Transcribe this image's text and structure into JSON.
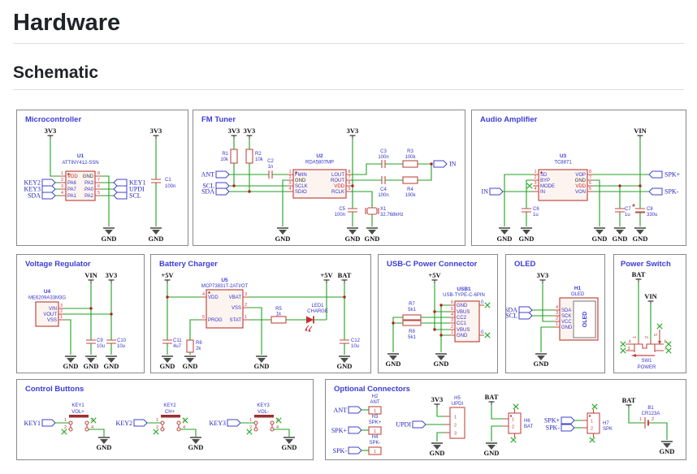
{
  "page": {
    "title": "Hardware",
    "section": "Schematic"
  },
  "colors": {
    "wire": "#1fa11f",
    "component": "#bf4a41",
    "label_blue": "#3535c8",
    "block_title": "#3c3cd9",
    "pin_number": "#c04040",
    "junction": "#b22222",
    "heading": "#1f2328",
    "block_border": "#888888",
    "no_connect": "#2fae2f"
  },
  "nets": {
    "gnd": "GND",
    "v33": "3V3",
    "vin": "VIN",
    "v5": "+5V",
    "bat": "BAT",
    "in": "IN",
    "sda": "SDA",
    "scl": "SCL",
    "updi": "UPDI",
    "ant": "ANT",
    "spkp": "SPK+",
    "spkm": "SPK-",
    "key1": "KEY1",
    "key2": "KEY2",
    "key3": "KEY3"
  },
  "mcu": {
    "title": "Microcontroller",
    "ref": "U1",
    "part": "ATTINY412-SSN",
    "pins_left": [
      {
        "num": "1",
        "name": "VDD"
      },
      {
        "num": "2",
        "name": "PA6"
      },
      {
        "num": "3",
        "name": "PA7"
      },
      {
        "num": "4",
        "name": "PA1"
      }
    ],
    "pins_right": [
      {
        "num": "8",
        "name": "GND"
      },
      {
        "num": "7",
        "name": "PA3"
      },
      {
        "num": "6",
        "name": "PA0"
      },
      {
        "num": "5",
        "name": "PA2"
      }
    ],
    "cap": {
      "ref": "C1",
      "value": "100n"
    }
  },
  "fm": {
    "title": "FM Tuner",
    "ref": "U2",
    "part": "RDA5807MP",
    "pins_left": [
      {
        "num": "1",
        "name": "FMIN"
      },
      {
        "num": "2",
        "name": "GND"
      },
      {
        "num": "3",
        "name": "SCLK"
      },
      {
        "num": "4",
        "name": "SDIO"
      }
    ],
    "pins_right": [
      {
        "num": "8",
        "name": "LOUT"
      },
      {
        "num": "7",
        "name": "ROUT"
      },
      {
        "num": "6",
        "name": "VDD"
      },
      {
        "num": "5",
        "name": "RCLK"
      }
    ],
    "r1": {
      "ref": "R1",
      "value": "10k"
    },
    "r2": {
      "ref": "R2",
      "value": "10k"
    },
    "c2": {
      "ref": "C2",
      "value": "1n"
    },
    "c3": {
      "ref": "C3",
      "value": "100n"
    },
    "c4": {
      "ref": "C4",
      "value": "100n"
    },
    "r3": {
      "ref": "R3",
      "value": "100k"
    },
    "r4": {
      "ref": "R4",
      "value": "100k"
    },
    "c5": {
      "ref": "C5",
      "value": "100n"
    },
    "x1": {
      "ref": "X1",
      "value": "32.768kHz"
    }
  },
  "amp": {
    "title": "Audio Amplifier",
    "ref": "U3",
    "part": "TC8871",
    "pins_left": [
      {
        "num": "1",
        "name": "SD"
      },
      {
        "num": "2",
        "name": "BYP"
      },
      {
        "num": "3",
        "name": "MODE"
      },
      {
        "num": "4",
        "name": "IN"
      }
    ],
    "pins_right": [
      {
        "num": "8",
        "name": "VOP"
      },
      {
        "num": "7",
        "name": "GND"
      },
      {
        "num": "6",
        "name": "VDD"
      },
      {
        "num": "5",
        "name": "VON"
      }
    ],
    "c6": {
      "ref": "C6",
      "value": "1u"
    },
    "c7": {
      "ref": "C7",
      "value": "1u"
    },
    "c8": {
      "ref": "C8",
      "value": "330u"
    }
  },
  "vreg": {
    "title": "Voltage Regulator",
    "ref": "U4",
    "part": "ME6209A33M3G",
    "pins": [
      {
        "num": "3",
        "name": "VIN"
      },
      {
        "num": "2",
        "name": "VOUT"
      },
      {
        "num": "1",
        "name": "VSS"
      }
    ],
    "c9": {
      "ref": "C9",
      "value": "10u"
    },
    "c10": {
      "ref": "C10",
      "value": "10u"
    }
  },
  "chg": {
    "title": "Battery Charger",
    "ref": "U5",
    "part": "MCP73831T-2ATI/OT",
    "pins_left": [
      {
        "num": "4",
        "name": "VDD"
      },
      {
        "num": "5",
        "name": "PROG"
      }
    ],
    "pins_right": [
      {
        "num": "3",
        "name": "VBAT"
      },
      {
        "num": "2",
        "name": "VSS"
      },
      {
        "num": "1",
        "name": "STAT"
      }
    ],
    "r5": {
      "ref": "R5",
      "value": "1k"
    },
    "r6": {
      "ref": "R6",
      "value": "2k"
    },
    "led": {
      "ref": "LED1",
      "value": "CHARGE"
    },
    "c11": {
      "ref": "C11",
      "value": "4u7"
    },
    "c12": {
      "ref": "C12",
      "value": "10u"
    }
  },
  "usb": {
    "title": "USB-C Power Connector",
    "ref": "USB1",
    "part": "USB-TYPE-C-6PIN",
    "pins": [
      {
        "num": "6",
        "name": "GND"
      },
      {
        "num": "5",
        "name": "VBUS"
      },
      {
        "num": "4",
        "name": "CC2"
      },
      {
        "num": "3",
        "name": "CC1"
      },
      {
        "num": "2",
        "name": "VBUS"
      },
      {
        "num": "1",
        "name": "GND"
      }
    ],
    "nc": "0",
    "r7": {
      "ref": "R7",
      "value": "5k1"
    },
    "r8": {
      "ref": "R8",
      "value": "5k1"
    }
  },
  "oled": {
    "title": "OLED",
    "ref": "H1",
    "part": "OLED",
    "screen": "OLED",
    "pins": [
      {
        "num": "4",
        "name": "SDA"
      },
      {
        "num": "3",
        "name": "SCK"
      },
      {
        "num": "2",
        "name": "VCC"
      },
      {
        "num": "1",
        "name": "GND"
      }
    ]
  },
  "psw": {
    "title": "Power Switch",
    "ref": "SW1",
    "part": "POWER",
    "pins": {
      "p1": "1",
      "p2": "2",
      "p3": "3",
      "p4": "4",
      "p5": "5",
      "p6": "6",
      "p7": "7"
    }
  },
  "buttons": {
    "title": "Control Buttons",
    "pin_nums": [
      "1",
      "2",
      "3",
      "4"
    ],
    "items": [
      {
        "net": "KEY1",
        "ref": "KEY1",
        "value": "VOL+"
      },
      {
        "net": "KEY2",
        "ref": "KEY2",
        "value": "CH+"
      },
      {
        "net": "KEY3",
        "ref": "KEY3",
        "value": "VOL-"
      }
    ]
  },
  "opt": {
    "title": "Optional Connectors",
    "h2": {
      "ref": "H2",
      "name": "ANT",
      "pin1": "1"
    },
    "h3": {
      "ref": "H3",
      "name": "SPK+",
      "pin1": "1"
    },
    "h4": {
      "ref": "H4",
      "name": "SPK-",
      "pin1": "1"
    },
    "h5": {
      "ref": "H5",
      "name": "UPDI",
      "pin1": "1",
      "pin2": "2",
      "pin3": "3"
    },
    "h6": {
      "ref": "H6",
      "name": "BAT",
      "pin1": "1",
      "pin2": "2"
    },
    "h7": {
      "ref": "H7",
      "name": "SPK",
      "pin1": "1",
      "pin2": "2"
    },
    "b1": {
      "ref": "B1",
      "part": "CR123A",
      "pin1": "1",
      "pin2": "2"
    }
  }
}
